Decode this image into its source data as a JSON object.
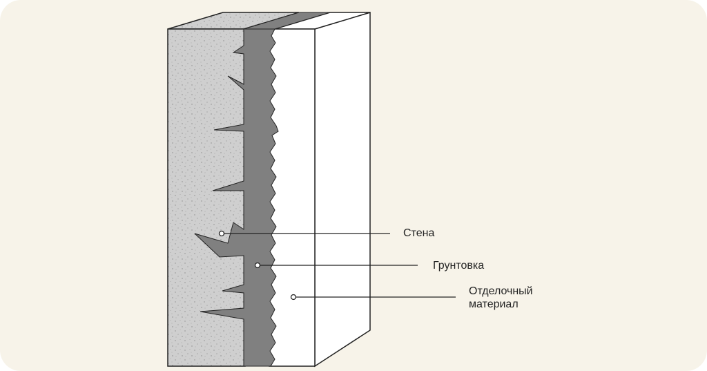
{
  "labels": {
    "wall": "Стена",
    "primer": "Грунтовка",
    "finish_line1": "Отделочный",
    "finish_line2": "материал"
  },
  "colors": {
    "background": "#f7f3e9",
    "wall_concrete": "#cfcfcf",
    "primer": "#808080",
    "finish": "#ffffff",
    "outline": "#222222"
  }
}
